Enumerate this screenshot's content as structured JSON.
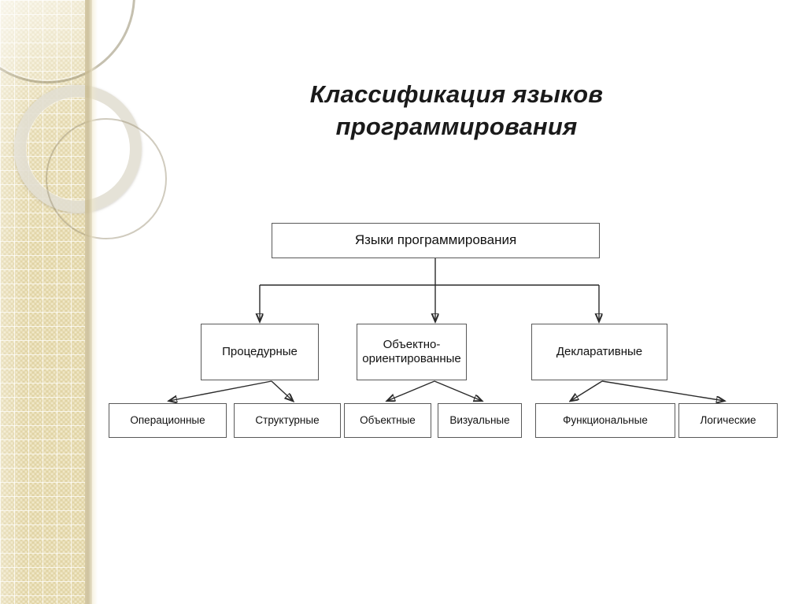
{
  "slide": {
    "title": "Классификация языков программирования",
    "title_line1": "Классификация языков",
    "title_line2": "программирования",
    "background_color": "#ffffff",
    "sidebar_color": "#f0e8c8",
    "line_color": "#2b2b2b",
    "box_border_color": "#595959"
  },
  "chart_data": {
    "type": "diagram",
    "title": "Классификация языков программирования",
    "root": "Языки программирования",
    "levels": [
      {
        "level": 1,
        "nodes": [
          "Языки программирования"
        ]
      },
      {
        "level": 2,
        "nodes": [
          "Процедурные",
          "Объектно-ориентированные",
          "Декларативные"
        ]
      },
      {
        "level": 3,
        "nodes": [
          "Операционные",
          "Структурные",
          "Объектные",
          "Визуальные",
          "Функциональные",
          "Логические"
        ]
      }
    ],
    "edges": [
      {
        "from": "Языки программирования",
        "to": "Процедурные"
      },
      {
        "from": "Языки программирования",
        "to": "Объектно-ориентированные"
      },
      {
        "from": "Языки программирования",
        "to": "Декларативные"
      },
      {
        "from": "Процедурные",
        "to": "Операционные"
      },
      {
        "from": "Процедурные",
        "to": "Структурные"
      },
      {
        "from": "Объектно-ориентированные",
        "to": "Объектные"
      },
      {
        "from": "Объектно-ориентированные",
        "to": "Визуальные"
      },
      {
        "from": "Декларативные",
        "to": "Функциональные"
      },
      {
        "from": "Декларативные",
        "to": "Логические"
      }
    ]
  },
  "nodes": {
    "root": "Языки программирования",
    "procedural": "Процедурные",
    "oop_line1": "Объектно-",
    "oop_line2": "ориентированные",
    "declarative": "Декларативные",
    "operational": "Операционные",
    "structural": "Структурные",
    "object": "Объектные",
    "visual": "Визуальные",
    "functional": "Функциональные",
    "logical": "Логические"
  },
  "decor": {
    "ring_large": "decorative-ring",
    "ring_small": "decorative-ring",
    "texture": "grid-texture-band"
  }
}
